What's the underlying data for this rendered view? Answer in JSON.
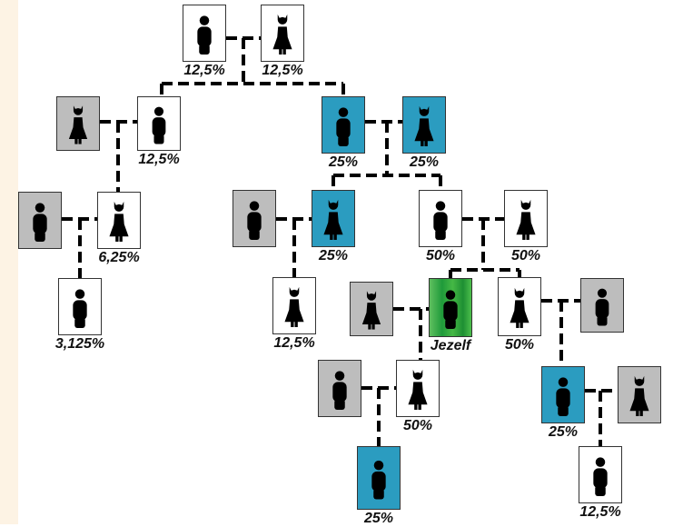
{
  "people": [
    {
      "id": "gg-grandfather",
      "sex": "male",
      "fill": "white",
      "label": "12,5%"
    },
    {
      "id": "gg-grandmother",
      "sex": "female",
      "fill": "white",
      "label": "12,5%"
    },
    {
      "id": "left-spouse-female",
      "sex": "female",
      "fill": "grey",
      "label": ""
    },
    {
      "id": "left-son",
      "sex": "male",
      "fill": "white",
      "label": "12,5%"
    },
    {
      "id": "right-son",
      "sex": "male",
      "fill": "blue",
      "label": "25%"
    },
    {
      "id": "right-spouse-female",
      "sex": "female",
      "fill": "blue",
      "label": "25%"
    },
    {
      "id": "gen3-left-male",
      "sex": "male",
      "fill": "grey",
      "label": ""
    },
    {
      "id": "gen3-left-female",
      "sex": "female",
      "fill": "white",
      "label": "6,25%"
    },
    {
      "id": "gen3-mid-male-grey",
      "sex": "male",
      "fill": "grey",
      "label": ""
    },
    {
      "id": "gen3-mid-female",
      "sex": "female",
      "fill": "blue",
      "label": "25%"
    },
    {
      "id": "gen3-male",
      "sex": "male",
      "fill": "white",
      "label": "50%"
    },
    {
      "id": "gen3-female",
      "sex": "female",
      "fill": "white",
      "label": "50%"
    },
    {
      "id": "gen4-left-male",
      "sex": "male",
      "fill": "white",
      "label": "3,125%"
    },
    {
      "id": "gen4-mid-female",
      "sex": "female",
      "fill": "white",
      "label": "12,5%"
    },
    {
      "id": "jezelf-spouse",
      "sex": "female",
      "fill": "grey",
      "label": ""
    },
    {
      "id": "jezelf",
      "sex": "male",
      "fill": "green",
      "label": "Jezelf"
    },
    {
      "id": "sibling-female",
      "sex": "female",
      "fill": "white",
      "label": "50%"
    },
    {
      "id": "sibling-spouse",
      "sex": "male",
      "fill": "grey",
      "label": ""
    },
    {
      "id": "child-spouse",
      "sex": "male",
      "fill": "grey",
      "label": ""
    },
    {
      "id": "child-female",
      "sex": "female",
      "fill": "white",
      "label": "50%"
    },
    {
      "id": "niece-male",
      "sex": "male",
      "fill": "blue",
      "label": "25%"
    },
    {
      "id": "niece-spouse",
      "sex": "female",
      "fill": "grey",
      "label": ""
    },
    {
      "id": "grandchild-male",
      "sex": "male",
      "fill": "blue",
      "label": "25%"
    },
    {
      "id": "great-nephew",
      "sex": "male",
      "fill": "white",
      "label": "12,5%"
    }
  ],
  "colors": {
    "white": "#ffffff",
    "grey": "#bdbdbd",
    "blue": "#2b9cc0",
    "green": "#2ea84a",
    "line": "#000000"
  }
}
